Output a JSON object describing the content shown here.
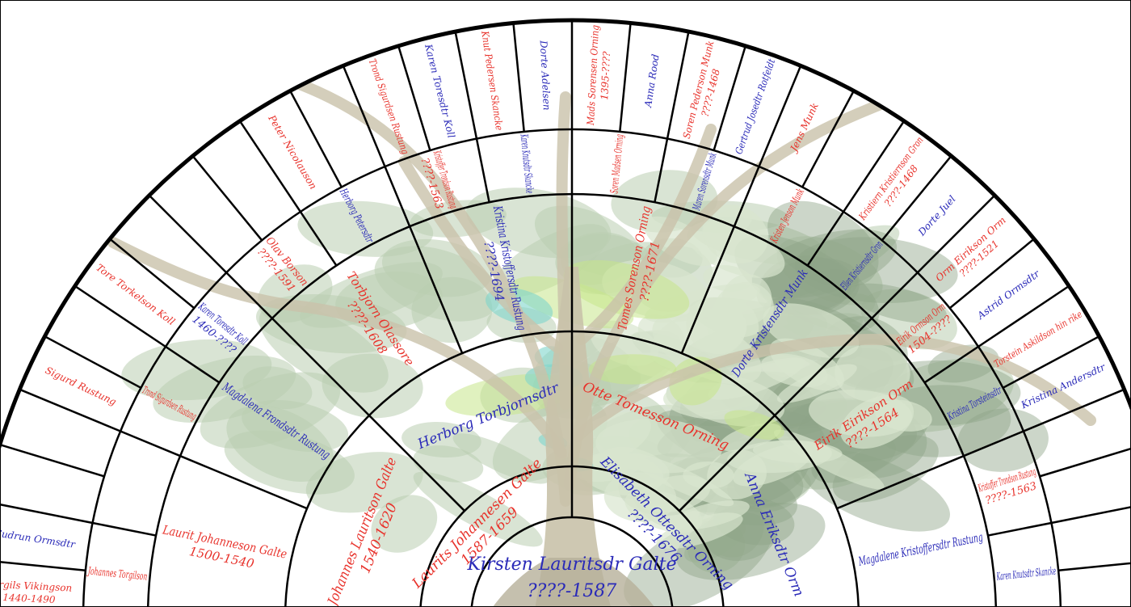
{
  "colors": {
    "male": "#e8322b",
    "female": "#2a2ab8",
    "lines": "#000000",
    "foliage": "#b9cdb0",
    "foliage_dark": "#8ea487",
    "foliage_light": "#d9e6cf",
    "foliage_lime": "#c7e58a",
    "foliage_teal": "#7fd6cc",
    "trunk": "#c9c2aa"
  },
  "root": {
    "name": "Kirsten Lauritsdr Galte",
    "dates": "????-1587",
    "sex": "F"
  },
  "ring1": [
    {
      "name": "Laurits Johannesen Galte",
      "dates": "1587-1659",
      "sex": "M"
    },
    {
      "name": "Elisabeth Ottesdtr Orning",
      "dates": "????-1676",
      "sex": "F"
    }
  ],
  "ring2": [
    {
      "name": "Johannes Lauritson Galte",
      "dates": "1540-1620",
      "sex": "M"
    },
    {
      "name": "Herborg Torbjornsdtr",
      "dates": "",
      "sex": "F"
    },
    {
      "name": "Otte Tomesson Orning",
      "dates": "",
      "sex": "M"
    },
    {
      "name": "Anna Eriksdtr Orm",
      "dates": "",
      "sex": "F"
    }
  ],
  "ring3": [
    {
      "name": "Laurit Johanneson Galte",
      "dates": "1500-1540",
      "sex": "M"
    },
    {
      "name": "Magdalena Frondsdtr Rustung",
      "dates": "",
      "sex": "F"
    },
    {
      "name": "Torbjorn Olassore",
      "dates": "????-1608",
      "sex": "M"
    },
    {
      "name": "Kristina Kristoffersdtr Rustung",
      "dates": "????-1694",
      "sex": "F"
    },
    {
      "name": "Tomes Sorenson Orning",
      "dates": "????-1671",
      "sex": "M"
    },
    {
      "name": "Dorte Kristensdtr Munk",
      "dates": "",
      "sex": "F"
    },
    {
      "name": "Eirik Eirikson Orm",
      "dates": "????-1564",
      "sex": "M"
    },
    {
      "name": "Magdalene Kristoffersdtr Rustung",
      "dates": "",
      "sex": "F"
    }
  ],
  "ring4": [
    {
      "name": "Johannes Torgilson",
      "dates": "",
      "sex": "M"
    },
    {
      "name": "",
      "dates": "",
      "sex": ""
    },
    {
      "name": "Trond Sigurdsen Rustung",
      "dates": "",
      "sex": "M"
    },
    {
      "name": "Karen Toresdtr Koll",
      "dates": "1460-????",
      "sex": "F"
    },
    {
      "name": "Olav Borson",
      "dates": "????-1591",
      "sex": "M"
    },
    {
      "name": "Herborg Petersdtr",
      "dates": "",
      "sex": "F"
    },
    {
      "name": "Kristoffer Trondson Rustung",
      "dates": "????-1563",
      "sex": "M"
    },
    {
      "name": "Karen Knutsdtr Skancke",
      "dates": "",
      "sex": "F"
    },
    {
      "name": "Soren Madsen Orning",
      "dates": "",
      "sex": "M"
    },
    {
      "name": "Maren Sorensdtr Munk",
      "dates": "",
      "sex": "F"
    },
    {
      "name": "Kristen Jenson Munk",
      "dates": "",
      "sex": "M"
    },
    {
      "name": "Ellen Kristiernsdtr Gron",
      "dates": "",
      "sex": "F"
    },
    {
      "name": "Eirik Ormson Orm",
      "dates": "1504-????",
      "sex": "M"
    },
    {
      "name": "Kristina Torsteinsdtr",
      "dates": "",
      "sex": "F"
    },
    {
      "name": "Kristoffer Trondson Rustung",
      "dates": "????-1563",
      "sex": "M"
    },
    {
      "name": "Karen Knutsdtr Skancke",
      "dates": "",
      "sex": "F"
    }
  ],
  "ring5": [
    {
      "name": "Torgils Vikingson",
      "dates": "1440-1490",
      "sex": "M"
    },
    {
      "name": "Gudrun Ormsdtr",
      "dates": "",
      "sex": "F"
    },
    {
      "name": "",
      "dates": "",
      "sex": ""
    },
    {
      "name": "",
      "dates": "",
      "sex": ""
    },
    {
      "name": "Sigurd Rustung",
      "dates": "",
      "sex": "M"
    },
    {
      "name": "",
      "dates": "",
      "sex": ""
    },
    {
      "name": "Tore Torkelson Koll",
      "dates": "",
      "sex": "M"
    },
    {
      "name": "",
      "dates": "",
      "sex": ""
    },
    {
      "name": "",
      "dates": "",
      "sex": ""
    },
    {
      "name": "",
      "dates": "",
      "sex": ""
    },
    {
      "name": "Peter Nicolauson",
      "dates": "",
      "sex": "M"
    },
    {
      "name": "",
      "dates": "",
      "sex": ""
    },
    {
      "name": "Trond Sigurdsen Rustung",
      "dates": "",
      "sex": "M"
    },
    {
      "name": "Karen Toresdtr Koll",
      "dates": "",
      "sex": "F"
    },
    {
      "name": "Knut Pedersen Skancke",
      "dates": "",
      "sex": "M"
    },
    {
      "name": "Dorte Adelsen",
      "dates": "",
      "sex": "F"
    },
    {
      "name": "Mads Sorensen Orning",
      "dates": "1395-????",
      "sex": "M"
    },
    {
      "name": "Anna Rood",
      "dates": "",
      "sex": "F"
    },
    {
      "name": "Soren Pederson Munk",
      "dates": "????-1468",
      "sex": "M"
    },
    {
      "name": "Gertrud Josedtr Rotfeldt",
      "dates": "",
      "sex": "F"
    },
    {
      "name": "Jens Munk",
      "dates": "",
      "sex": "M"
    },
    {
      "name": "",
      "dates": "",
      "sex": ""
    },
    {
      "name": "Kristiern Kristiernson Gron",
      "dates": "????-1468",
      "sex": "M"
    },
    {
      "name": "Dorte Juel",
      "dates": "",
      "sex": "F"
    },
    {
      "name": "Orm Eirikson Orm",
      "dates": "????-1521",
      "sex": "M"
    },
    {
      "name": "Astrid Ormsdtr",
      "dates": "",
      "sex": "F"
    },
    {
      "name": "Torstein Askildson hin rike",
      "dates": "",
      "sex": "M"
    },
    {
      "name": "Kristina Andersdtr",
      "dates": "",
      "sex": "F"
    },
    {
      "name": "",
      "dates": "",
      "sex": ""
    },
    {
      "name": "",
      "dates": "",
      "sex": ""
    },
    {
      "name": "",
      "dates": "",
      "sex": ""
    },
    {
      "name": "",
      "dates": "",
      "sex": ""
    }
  ]
}
